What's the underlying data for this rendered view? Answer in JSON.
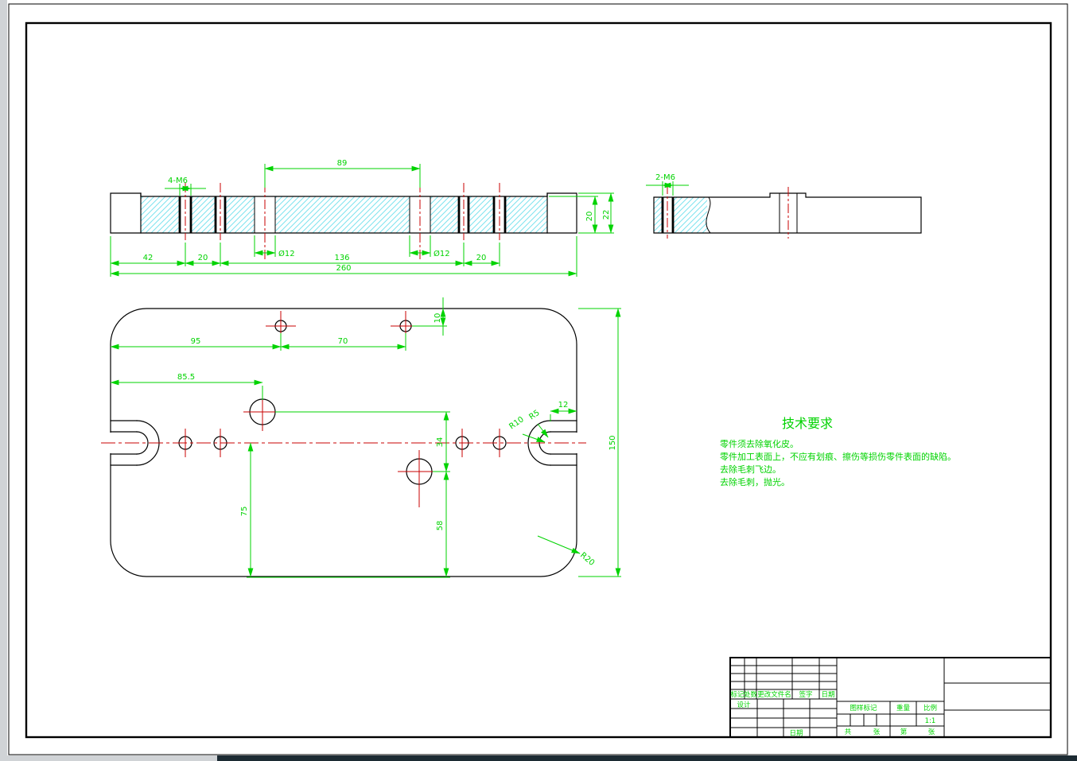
{
  "colors": {
    "dimension_green": "#00d300",
    "centerline_red": "#c80000",
    "hatch_cyan": "#7de3ee",
    "line_black": "#000000",
    "window_edge_gray": "#d0d3d6",
    "bottom_bar_dark": "#1c2b33"
  },
  "views": {
    "front_section": {
      "dims": {
        "hole_span": "89",
        "thread_callout": "4-M6",
        "hole_dia_left": "Ø12",
        "hole_dia_right": "Ø12",
        "width_segment_1": "42",
        "width_segment_2": "20",
        "width_segment_3": "136",
        "width_segment_4": "20",
        "width_total": "260",
        "thickness_recess": "20",
        "thickness_total": "22"
      }
    },
    "side_section": {
      "dims": {
        "thread_callout": "2-M6"
      }
    },
    "plan": {
      "dims": {
        "hole_row_offset": "10",
        "edge_to_hole1": "95",
        "hole1_to_hole2": "70",
        "edge_to_big_hole": "85.5",
        "slot_center_to_edge": "12",
        "slot_inner_radius": "R5",
        "slot_outer_radius": "R10",
        "plate_height": "150",
        "big_holes_distance": "34",
        "big_hole_to_bottom": "58",
        "centerline_to_bottom": "75",
        "corner_radius": "R20"
      }
    }
  },
  "tech_requirements": {
    "title": "技术要求",
    "lines": [
      "零件须去除氧化皮。",
      "零件加工表面上，不应有划痕、擦伤等损伤零件表面的缺陷。",
      "去除毛刺飞边。",
      "去除毛刺，抛光。"
    ]
  },
  "title_block": {
    "labels": {
      "mark": "标记",
      "qty": "处数",
      "changed_file": "更改文件名",
      "sign": "签字",
      "date": "日期",
      "design": "设计",
      "date2": "日期",
      "drawing_mark": "图样标记",
      "weight": "重量",
      "scale": "比例",
      "sheets_total": "共",
      "sheets_unit": "张",
      "sheet_no": "第",
      "sheet_no_unit": "张"
    },
    "values": {
      "scale": "1:1"
    }
  }
}
